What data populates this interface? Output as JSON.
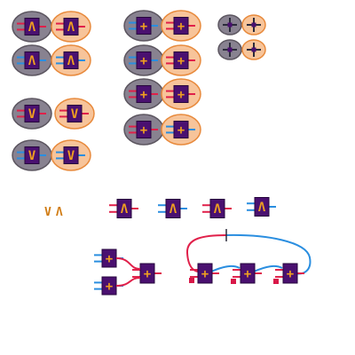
{
  "palette": {
    "bubble_gray": "#888290",
    "bubble_gray_edge": "#5c5660",
    "bubble_peach": "#f7c49a",
    "bubble_peach_edge": "#e88a3c",
    "gate_purple": "#4a1070",
    "gate_edge": "#26063c",
    "symbol_orange": "#f0a020",
    "wire_red": "#e0204a",
    "wire_blue": "#2a8ee0",
    "wire_dark": "#2a2a3a",
    "terminal_red": "#d81848"
  },
  "legend": {
    "symbols": [
      "V",
      "Λ"
    ]
  },
  "tiles": {
    "palette_and": [
      {
        "symbol": "Λ",
        "wire": "red",
        "bubble": "gray"
      },
      {
        "symbol": "Λ",
        "wire": "red",
        "bubble": "peach"
      },
      {
        "symbol": "Λ",
        "wire": "blue",
        "bubble": "gray"
      },
      {
        "symbol": "Λ",
        "wire": "blue",
        "bubble": "peach"
      }
    ],
    "palette_or": [
      {
        "symbol": "V",
        "wire": "red",
        "bubble": "gray"
      },
      {
        "symbol": "V",
        "wire": "red",
        "bubble": "peach"
      },
      {
        "symbol": "V",
        "wire": "blue",
        "bubble": "gray"
      },
      {
        "symbol": "V",
        "wire": "blue",
        "bubble": "peach"
      }
    ],
    "palette_xor": [
      {
        "symbol": "+",
        "wire": "blue",
        "bubble": "gray"
      },
      {
        "symbol": "+",
        "wire": "red",
        "bubble": "peach"
      },
      {
        "symbol": "+",
        "wire": "blue",
        "bubble": "gray"
      },
      {
        "symbol": "+",
        "wire": "red",
        "bubble": "peach"
      },
      {
        "symbol": "+",
        "wire": "red",
        "bubble": "gray"
      },
      {
        "symbol": "+",
        "wire": "red",
        "bubble": "peach"
      },
      {
        "symbol": "+",
        "wire": "red",
        "bubble": "gray"
      },
      {
        "symbol": "+",
        "wire": "blue",
        "bubble": "peach"
      }
    ],
    "mini_cross": [
      {
        "symbol": "+",
        "bubble": "gray"
      },
      {
        "symbol": "+",
        "bubble": "peach"
      },
      {
        "symbol": "+",
        "bubble": "gray"
      },
      {
        "symbol": "+",
        "bubble": "peach"
      }
    ],
    "bare_gates": [
      {
        "symbol": "Λ",
        "wire": "red"
      },
      {
        "symbol": "Λ",
        "wire": "blue"
      },
      {
        "symbol": "Λ",
        "wire": "red"
      },
      {
        "symbol": "Λ",
        "wire": "blue"
      }
    ],
    "circuit_left": [
      {
        "symbol": "+"
      },
      {
        "symbol": "+"
      },
      {
        "symbol": "+"
      }
    ],
    "circuit_right": [
      {
        "symbol": "+"
      },
      {
        "symbol": "+"
      },
      {
        "symbol": "+"
      }
    ]
  }
}
